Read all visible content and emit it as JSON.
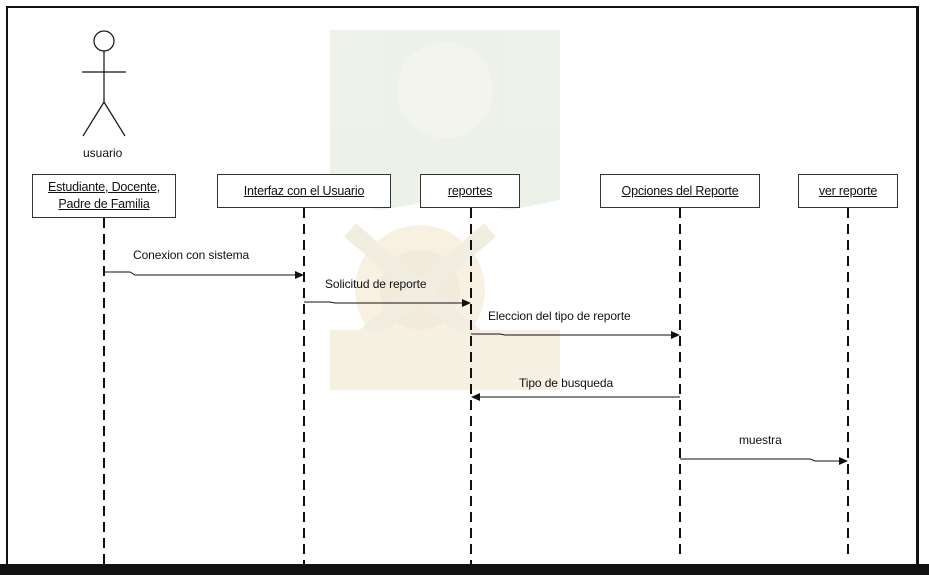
{
  "diagram": {
    "actor": {
      "label": "usuario"
    },
    "lifelines": [
      {
        "id": "ll-estudiante",
        "lines": [
          "Estudiante, Docente,",
          "Padre de Familia"
        ]
      },
      {
        "id": "ll-interfaz",
        "lines": [
          "Interfaz con el Usuario"
        ]
      },
      {
        "id": "ll-reportes",
        "lines": [
          "reportes"
        ]
      },
      {
        "id": "ll-opciones",
        "lines": [
          "Opciones del Reporte"
        ]
      },
      {
        "id": "ll-ver",
        "lines": [
          "ver reporte"
        ]
      }
    ],
    "messages": [
      {
        "label": "Conexion con sistema",
        "from": 0,
        "to": 1
      },
      {
        "label": "Solicitud de reporte",
        "from": 1,
        "to": 2
      },
      {
        "label": "Eleccion del tipo de reporte",
        "from": 2,
        "to": 3
      },
      {
        "label": "Tipo de busqueda",
        "from": 3,
        "to": 2
      },
      {
        "label": "muestra",
        "from": 3,
        "to": 4
      }
    ],
    "colors": {
      "line": "#111111",
      "watermark": "#e9ddbb"
    }
  }
}
